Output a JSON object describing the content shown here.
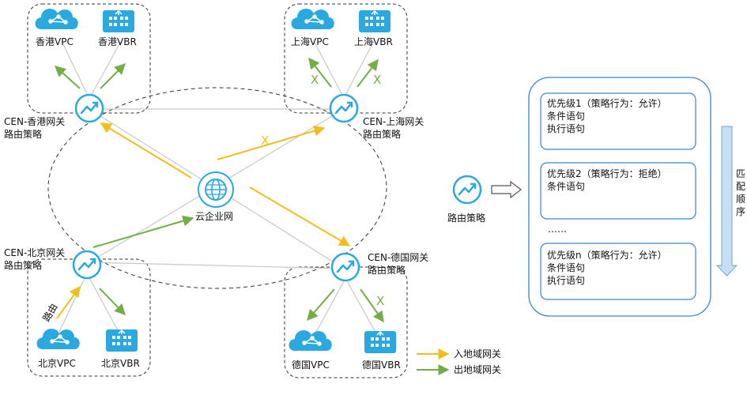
{
  "colors": {
    "ingress": "#f2be1a",
    "egress": "#73ad45",
    "icon_blue": "#2aa8e0",
    "box_blue": "#3a86c4",
    "line_gray": "#c8c8c8"
  },
  "regions": {
    "hongkong": {
      "gateway_label": "CEN-香港网关",
      "policy_label": "路由策略",
      "vpc": "香港VPC",
      "vbr": "香港VBR"
    },
    "shanghai": {
      "gateway_label": "CEN-上海网关",
      "policy_label": "路由策略",
      "vpc": "上海VPC",
      "vbr": "上海VBR"
    },
    "beijing": {
      "gateway_label": "CEN-北京网关",
      "policy_label": "路由策略",
      "vpc": "北京VPC",
      "vbr": "北京VBR"
    },
    "germany": {
      "gateway_label": "CEN-德国网关",
      "policy_label": "路由策略",
      "vpc": "德国VPC",
      "vbr": "德国VBR"
    }
  },
  "center": {
    "label": "云企业网"
  },
  "marks": {
    "x": "X",
    "route": "路由"
  },
  "legend": {
    "ingress": "入地域网关",
    "egress": "出地域网关"
  },
  "policy": {
    "icon_label": "路由策略",
    "entries": [
      {
        "title": "优先级1（策略行为：允许）",
        "lines": [
          "条件语句",
          "执行语句"
        ]
      },
      {
        "title": "优先级2（策略行为：拒绝）",
        "lines": [
          "条件语句"
        ]
      },
      {
        "title": "优先级n（策略行为：允许）",
        "lines": [
          "条件语句",
          "执行语句"
        ]
      }
    ],
    "ellipsis": "……",
    "order_label": [
      "匹",
      "配",
      "顺",
      "序"
    ]
  }
}
